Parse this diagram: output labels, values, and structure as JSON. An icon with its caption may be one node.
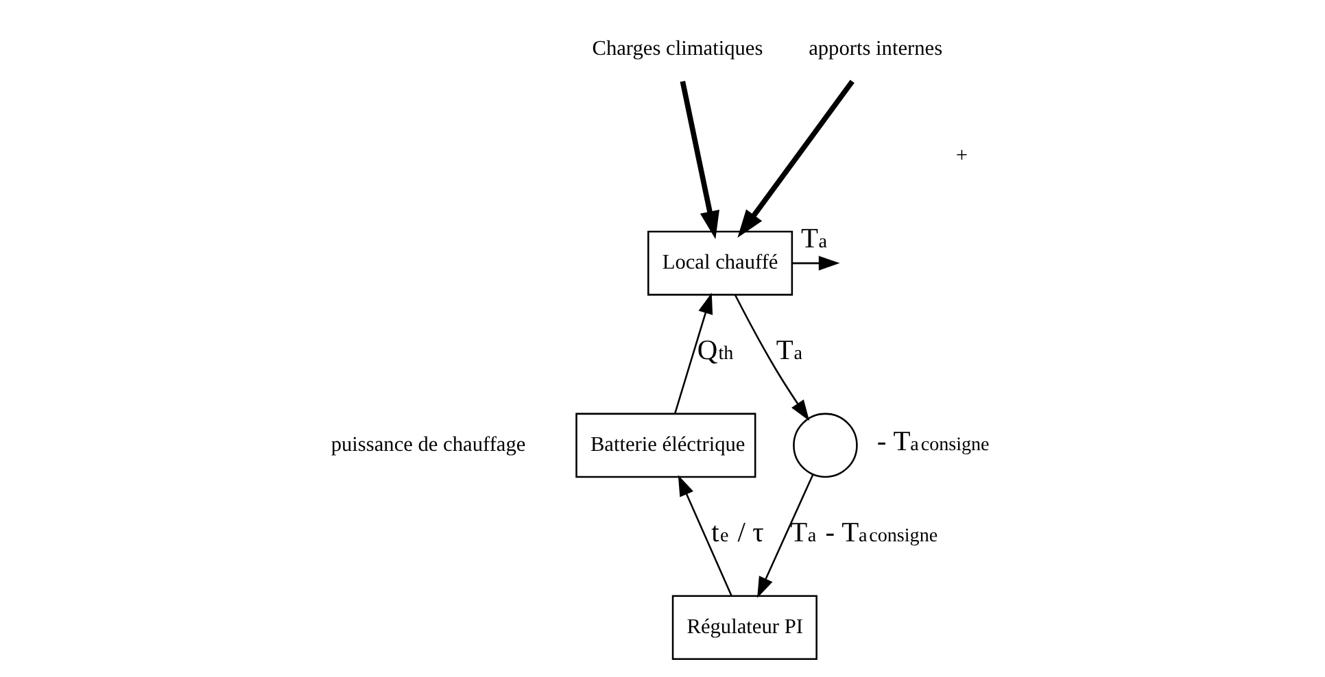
{
  "diagram": {
    "nodes": [
      {
        "text": [
          "Charges climatiques"
        ]
      },
      {
        "text": [
          "apports internes"
        ]
      },
      {
        "text": [
          "Local chauffé"
        ]
      },
      {
        "text": [
          "Batterie éléctrique"
        ]
      },
      {
        "text": [
          "Régulateur PI"
        ]
      },
      {
        "text": [],
        "shape": "circle",
        "beside": [
          "- T$_{a}$$^{consigne}$"
        ]
      }
    ],
    "edges": [
      {
        "from": 0,
        "to": 2,
        "arrow": "to",
        "style": "thick"
      },
      {
        "from": 1,
        "to": 2,
        "arrow": "to",
        "style": "thick"
      },
      {
        "from": 3,
        "to": 2,
        "arrow": "to",
        "label": "Q$_{th}$"
      },
      {
        "from": 2,
        "to": 5,
        "arrow": "to",
        "label": "T$_{a}$"
      },
      {
        "from": 2,
        "to": null,
        "arrow": "to",
        "label": "T$_{a}$"
      },
      {
        "from": 5,
        "to": 4,
        "arrow": "to",
        "label": "T$_{a}$ - T$_{a}$$^{consigne}$"
      },
      {
        "from": 4,
        "to": 3,
        "arrow": "to",
        "label": "t$_{e}$ / τ"
      }
    ],
    "labels": [
      "puissance de chauffage",
      "+"
    ]
  }
}
